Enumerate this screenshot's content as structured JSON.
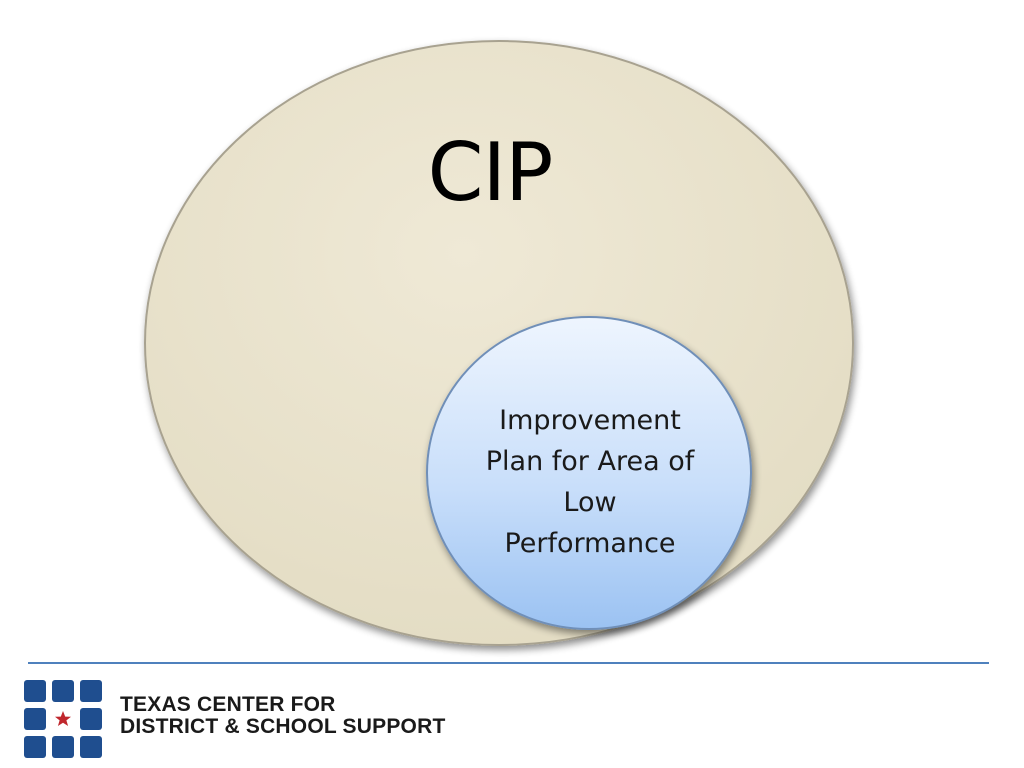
{
  "diagram": {
    "outer_circle": {
      "label": "CIP",
      "fill": "#ebe5d1",
      "stroke": "#a8a290"
    },
    "inner_circle": {
      "label_lines": [
        "Improvement",
        "Plan for Area of",
        "Low",
        "Performance"
      ],
      "fill_top": "#eaf2fd",
      "fill_bottom": "#9ec4f3",
      "stroke": "#6f8fb8"
    }
  },
  "footer": {
    "divider_color": "#4f81bd",
    "logo": {
      "name": "tcdss-logo",
      "square_color": "#1f4e8f",
      "star_color": "#c0272d"
    },
    "org_name_lines": [
      "TEXAS CENTER FOR",
      "DISTRICT & SCHOOL SUPPORT"
    ]
  }
}
